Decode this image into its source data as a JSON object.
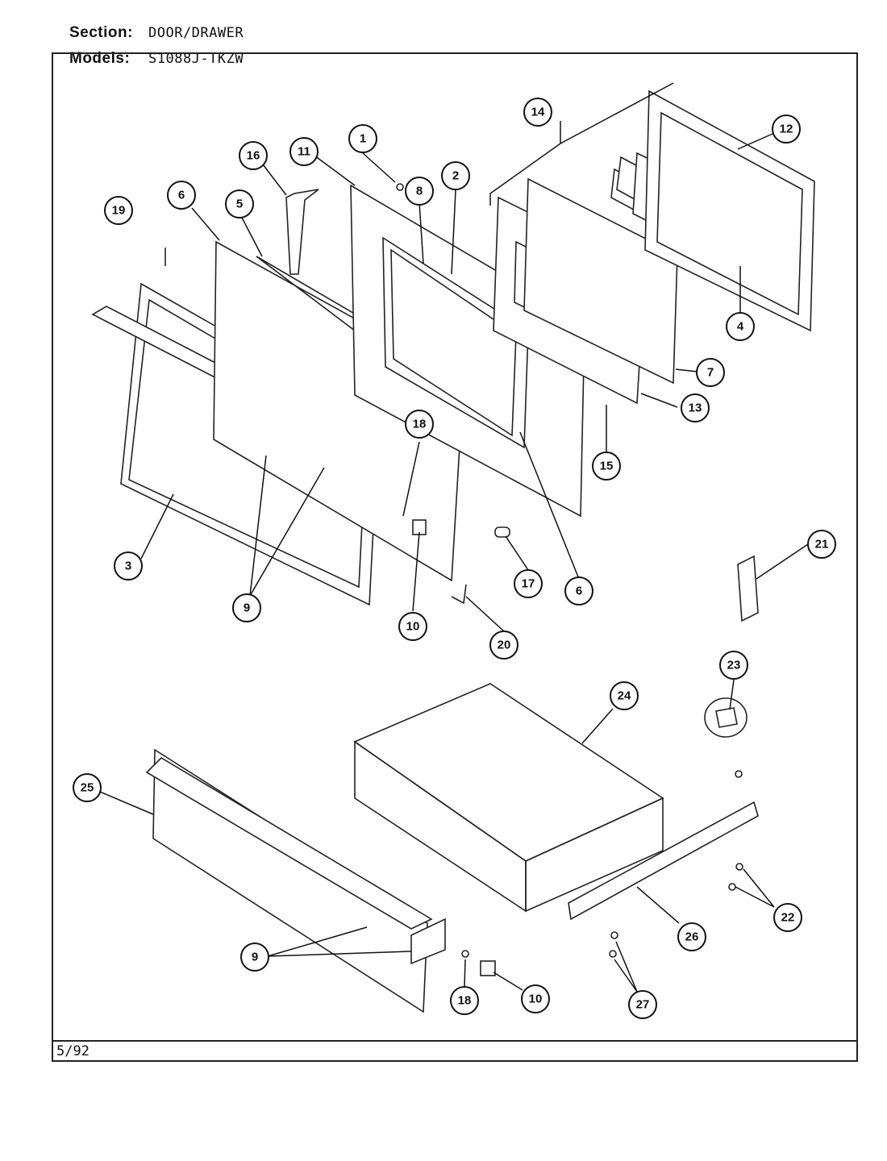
{
  "header": {
    "section_label": "Section:",
    "section_value": "DOOR/DRAWER",
    "models_label": "Models:",
    "models_value": "S1088J-TKZW"
  },
  "footer": {
    "date": "5/92"
  },
  "callouts": [
    "1",
    "2",
    "3",
    "4",
    "5",
    "6",
    "6",
    "7",
    "8",
    "9",
    "9",
    "10",
    "10",
    "11",
    "12",
    "13",
    "14",
    "15",
    "16",
    "17",
    "18",
    "18",
    "19",
    "20",
    "21",
    "22",
    "23",
    "24",
    "25",
    "26",
    "27"
  ]
}
